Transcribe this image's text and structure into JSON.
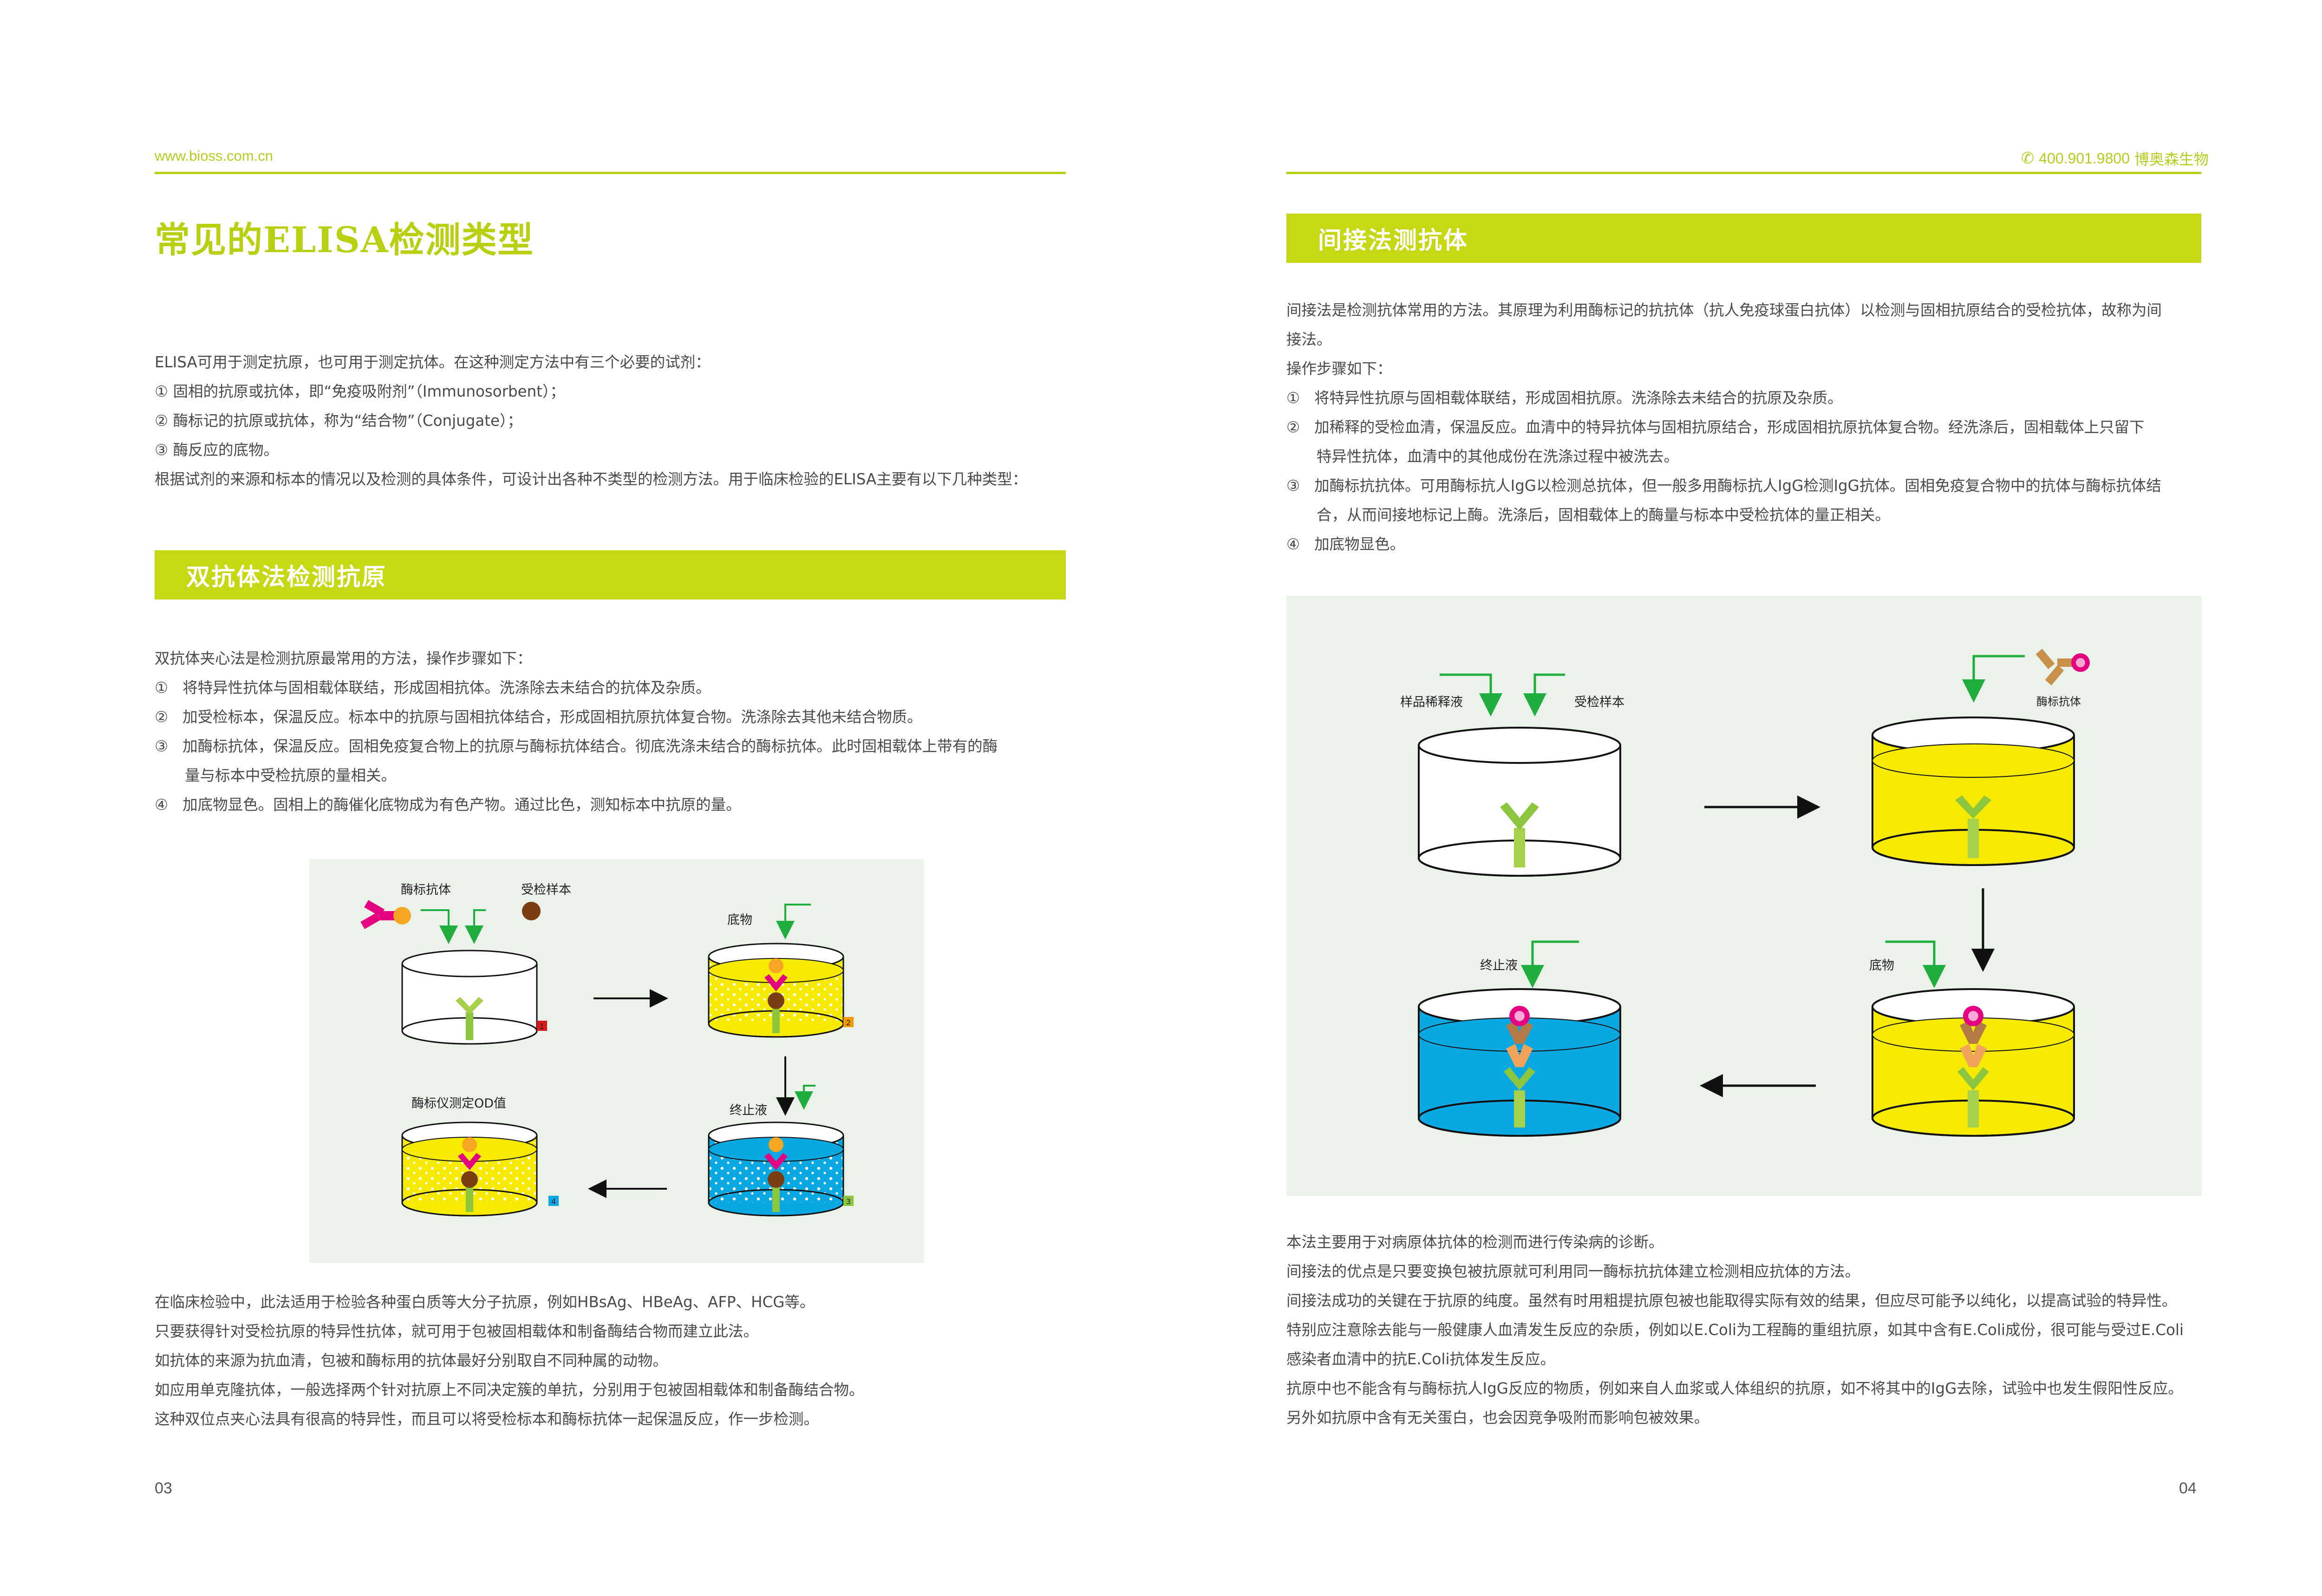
{
  "header": {
    "left_site": "www.bioss.com.cn",
    "right_phone": "400.901.9800",
    "right_brand": "博奥森生物"
  },
  "left": {
    "title": "常见的ELISA检测类型",
    "intro": [
      "ELISA可用于测定抗原，也可用于测定抗体。在这种测定方法中有三个必要的试剂：",
      "① 固相的抗原或抗体，即“免疫吸附剂”（Immunosorbent）；",
      "② 酶标记的抗原或抗体，称为“结合物”（Conjugate）；",
      "③ 酶反应的底物。",
      "根据试剂的来源和标本的情况以及检测的具体条件，可设计出各种不类型的检测方法。用于临床检验的ELISA主要有以下几种类型："
    ],
    "section_title": "双抗体法检测抗原",
    "steps_intro": "双抗体夹心法是检测抗原最常用的方法，操作步骤如下：",
    "steps": [
      {
        "num": "①",
        "lines": [
          "将特异性抗体与固相载体联结，形成固相抗体。洗涤除去未结合的抗体及杂质。"
        ]
      },
      {
        "num": "②",
        "lines": [
          "加受检标本，保温反应。标本中的抗原与固相抗体结合，形成固相抗原抗体复合物。洗涤除去其他未结合物质。"
        ]
      },
      {
        "num": "③",
        "lines": [
          "加酶标抗体，保温反应。固相免疫复合物上的抗原与酶标抗体结合。彻底洗涤未结合的酶标抗体。此时固相载体上带有的酶",
          "量与标本中受检抗原的量相关。"
        ]
      },
      {
        "num": "④",
        "lines": [
          "加底物显色。固相上的酶催化底物成为有色产物。通过比色，测知标本中抗原的量。"
        ]
      }
    ],
    "figure": {
      "enzyme_antibody": "酶标抗体",
      "sample": "受检样本",
      "substrate": "底物",
      "stop": "终止液",
      "reader": "酶标仪测定OD值",
      "n1": "1",
      "n2": "2",
      "n3": "3",
      "n4": "4"
    },
    "notes": [
      "在临床检验中，此法适用于检验各种蛋白质等大分子抗原，例如HBsAg、HBeAg、AFP、HCG等。",
      "只要获得针对受检抗原的特异性抗体，就可用于包被固相载体和制备酶结合物而建立此法。",
      "如抗体的来源为抗血清，包被和酶标用的抗体最好分别取自不同种属的动物。",
      "如应用单克隆抗体，一般选择两个针对抗原上不同决定簇的单抗，分别用于包被固相载体和制备酶结合物。",
      "这种双位点夹心法具有很高的特异性，而且可以将受检标本和酶标抗体一起保温反应，作一步检测。"
    ],
    "page_number": "03"
  },
  "right": {
    "section_title": "间接法测抗体",
    "intro": [
      "间接法是检测抗体常用的方法。其原理为利用酶标记的抗抗体（抗人免疫球蛋白抗体）以检测与固相抗原结合的受检抗体，故称为间",
      "接法。",
      "操作步骤如下："
    ],
    "steps": [
      {
        "num": "①",
        "lines": [
          "将特异性抗原与固相载体联结，形成固相抗原。洗涤除去未结合的抗原及杂质。"
        ]
      },
      {
        "num": "②",
        "lines": [
          "加稀释的受检血清，保温反应。血清中的特异抗体与固相抗原结合，形成固相抗原抗体复合物。经洗涤后，固相载体上只留下",
          "特异性抗体，血清中的其他成份在洗涤过程中被洗去。"
        ]
      },
      {
        "num": "③",
        "lines": [
          "加酶标抗抗体。可用酶标抗人IgG以检测总抗体，但一般多用酶标抗人IgG检测IgG抗体。固相免疫复合物中的抗体与酶标抗体结",
          "合，从而间接地标记上酶。洗涤后，固相载体上的酶量与标本中受检抗体的量正相关。"
        ]
      },
      {
        "num": "④",
        "lines": [
          "加底物显色。"
        ]
      }
    ],
    "figure": {
      "diluent": "样品稀释液",
      "sample": "受检样本",
      "enzyme_antibody": "酶标抗体",
      "stop": "终止液",
      "substrate": "底物"
    },
    "notes": [
      "本法主要用于对病原体抗体的检测而进行传染病的诊断。",
      "间接法的优点是只要变换包被抗原就可利用同一酶标抗抗体建立检测相应抗体的方法。",
      "间接法成功的关键在于抗原的纯度。虽然有时用粗提抗原包被也能取得实际有效的结果，但应尽可能予以纯化，以提高试验的特异性。",
      "特别应注意除去能与一般健康人血清发生反应的杂质，例如以E.Coli为工程酶的重组抗原，如其中含有E.Coli成份，很可能与受过E.Coli",
      "感染者血清中的抗E.Coli抗体发生反应。",
      "抗原中也不能含有与酶标抗人IgG反应的物质，例如来自人血浆或人体组织的抗原，如不将其中的IgG去除，试验中也发生假阳性反应。",
      "另外如抗原中含有无关蛋白，也会因竞争吸附而影响包被效果。"
    ],
    "page_number": "04"
  },
  "colors": {
    "accent": "#c6d813",
    "rule": "#b9cf12",
    "figure_bg": "#eaf2e9",
    "yellow": "#f5ea00",
    "blue": "#0aa8e3",
    "magenta": "#e4007f",
    "arrow_green": "#1fae3e"
  }
}
